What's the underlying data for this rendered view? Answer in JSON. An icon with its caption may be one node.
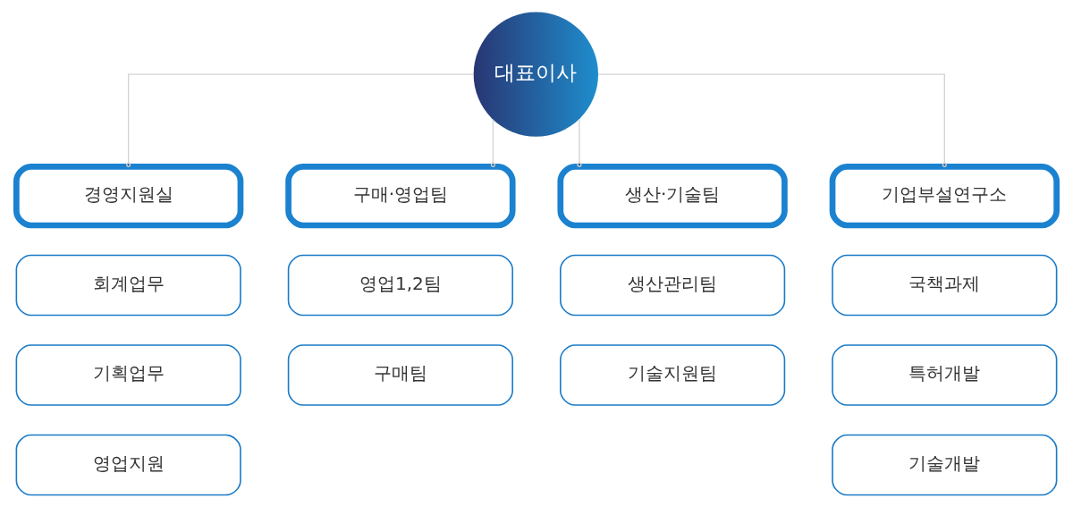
{
  "diagram": {
    "nodes": [
      {
        "text": [
          "대표이사"
        ]
      },
      {
        "text": [
          "경영지원실"
        ]
      },
      {
        "text": [
          "회계업무"
        ]
      },
      {
        "text": [
          "기획업무"
        ]
      },
      {
        "text": [
          "영업지원"
        ]
      },
      {
        "text": [
          "구매·영업팀"
        ]
      },
      {
        "text": [
          "영업1,2팀"
        ]
      },
      {
        "text": [
          "구매팀"
        ]
      },
      {
        "text": [
          "생산·기술팀"
        ]
      },
      {
        "text": [
          "생산관리팀"
        ]
      },
      {
        "text": [
          "기술지원팀"
        ]
      },
      {
        "text": [
          "기업부설연구소"
        ]
      },
      {
        "text": [
          "국책과제"
        ]
      },
      {
        "text": [
          "특허개발"
        ]
      },
      {
        "text": [
          "기술개발"
        ]
      }
    ],
    "edges": [
      {
        "from": 0,
        "to": 1,
        "arrow": "other"
      },
      {
        "from": 0,
        "to": 5,
        "arrow": "other"
      },
      {
        "from": 0,
        "to": 8,
        "arrow": "other"
      },
      {
        "from": 0,
        "to": 11,
        "arrow": "other"
      }
    ]
  }
}
